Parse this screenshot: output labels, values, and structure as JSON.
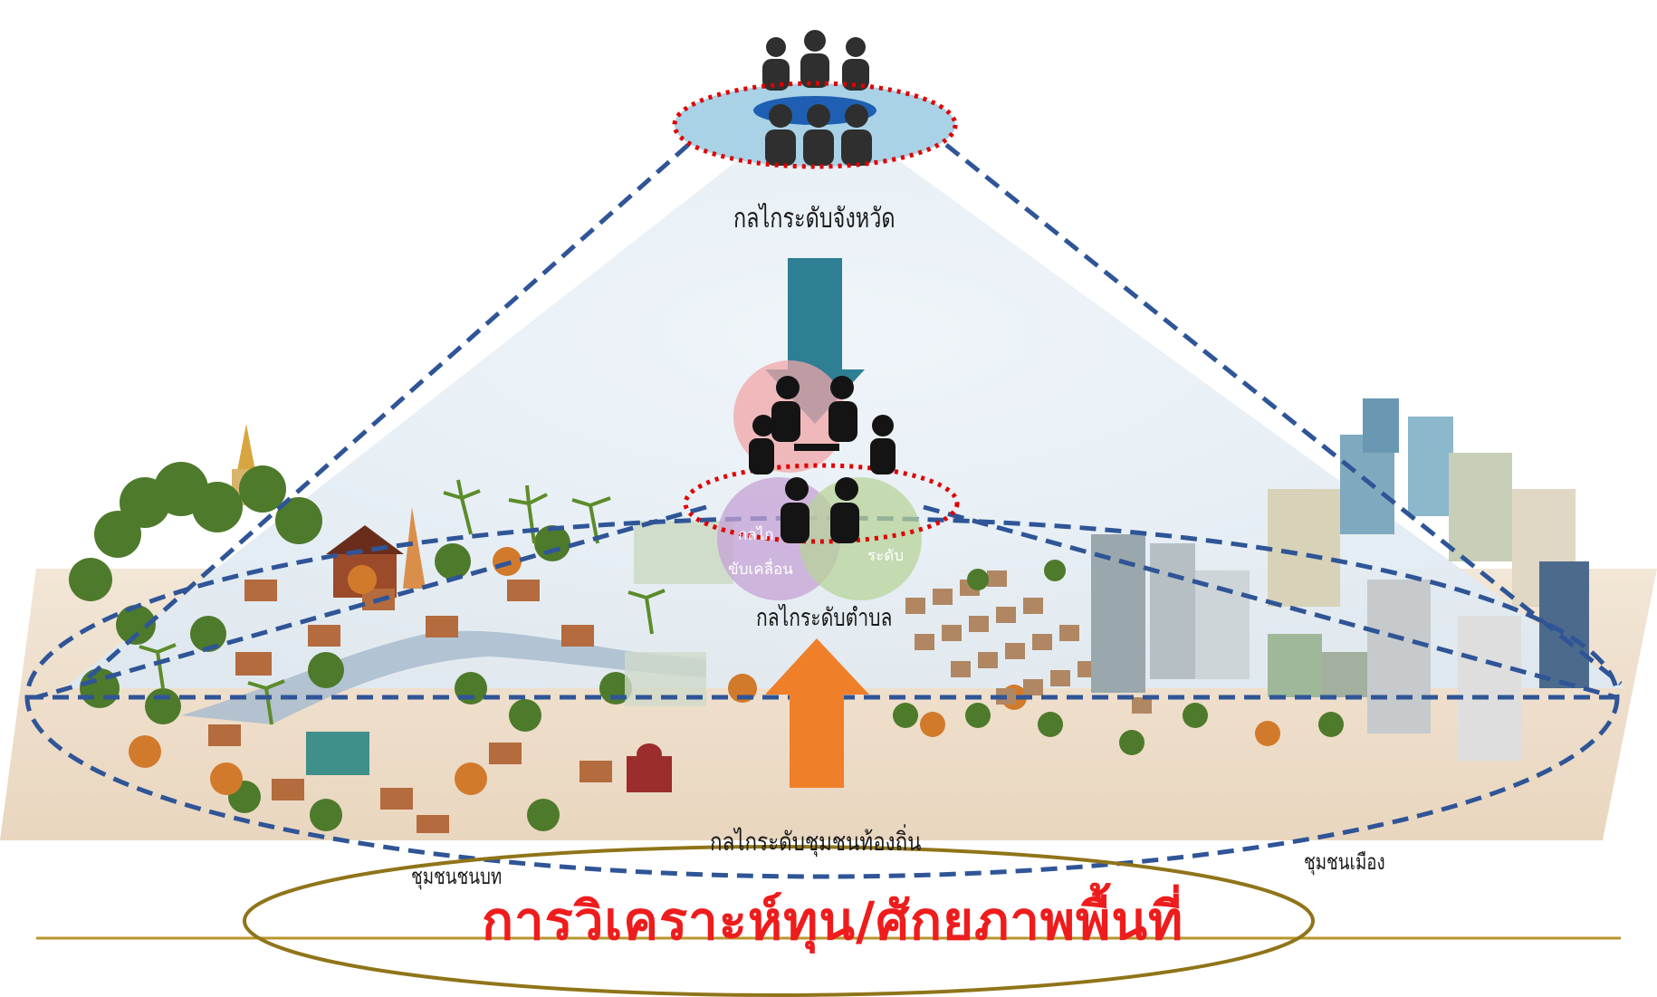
{
  "labels": {
    "province_level": "กลไกระดับจังหวัด",
    "subdistrict_level": "กลไกระดับตำบล",
    "mechanism_short": "กลไก",
    "drive": "ขับเคลื่อน",
    "level_short": "ระดับ",
    "local_community": "กลไกระดับชุมชนท้องถิ่น",
    "rural_community": "ชุมชนชนบท",
    "urban_community": "ชุมชนเมือง",
    "title": "การวิเคราะห์ทุน/ศักยภาพพื้นที่"
  },
  "colors": {
    "title": "#ee1c1c",
    "dashed_lines": "#2f5597",
    "red_dotted_ring": "#e00000",
    "down_arrow": "#2e7f93",
    "up_arrow": "#f07f2a",
    "ground": "#efe1cf",
    "sky_triangle": "#e4edf4",
    "gold_ring_and_rule": "#9c7a1c"
  }
}
